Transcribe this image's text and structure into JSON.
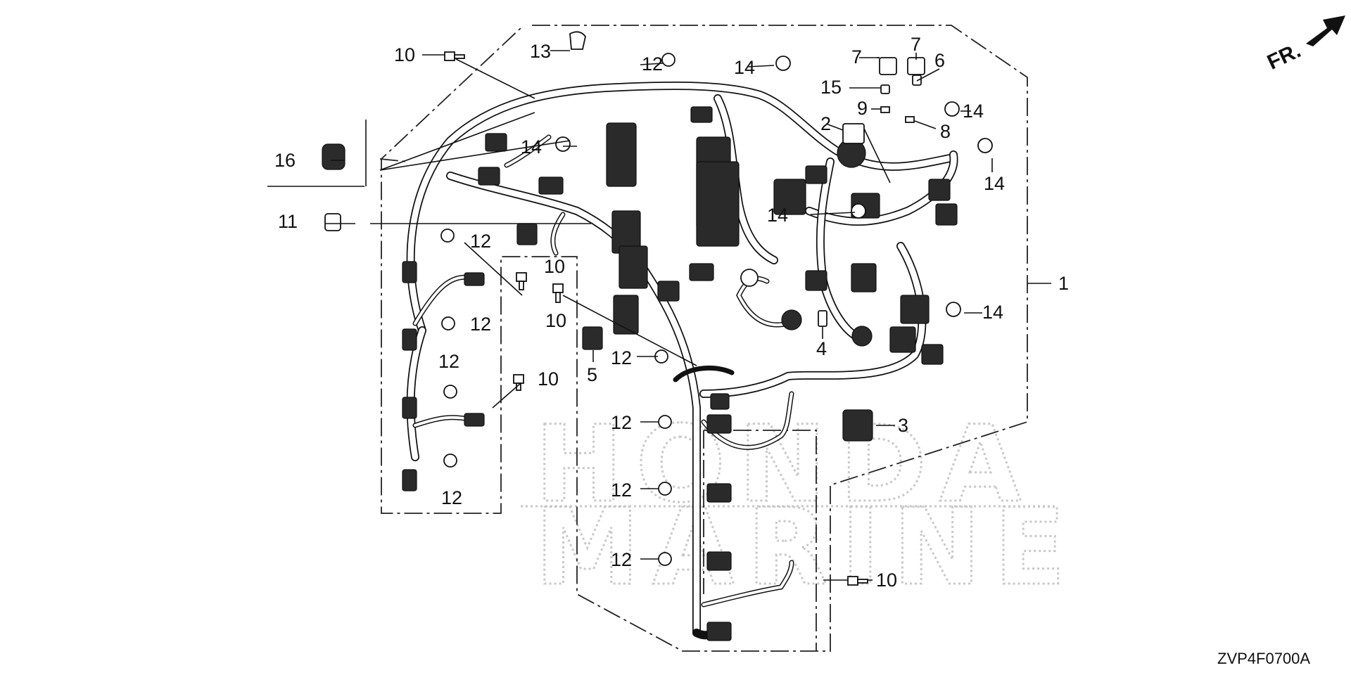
{
  "diagram": {
    "watermark_line1": "HONDA",
    "watermark_line2": "MARINE",
    "direction_label": "FR.",
    "diagram_code": "ZVP4F0700A",
    "callouts": [
      {
        "id": "c1",
        "text": "1"
      },
      {
        "id": "c2",
        "text": "2"
      },
      {
        "id": "c3",
        "text": "3"
      },
      {
        "id": "c4",
        "text": "4"
      },
      {
        "id": "c5",
        "text": "5"
      },
      {
        "id": "c6",
        "text": "6"
      },
      {
        "id": "c7a",
        "text": "7"
      },
      {
        "id": "c7b",
        "text": "7"
      },
      {
        "id": "c8",
        "text": "8"
      },
      {
        "id": "c9",
        "text": "9"
      },
      {
        "id": "c10a",
        "text": "10"
      },
      {
        "id": "c10b",
        "text": "10"
      },
      {
        "id": "c10c",
        "text": "10"
      },
      {
        "id": "c10d",
        "text": "10"
      },
      {
        "id": "c10e",
        "text": "10"
      },
      {
        "id": "c11",
        "text": "11"
      },
      {
        "id": "c12a",
        "text": "12"
      },
      {
        "id": "c12b",
        "text": "12"
      },
      {
        "id": "c12c",
        "text": "12"
      },
      {
        "id": "c12d",
        "text": "12"
      },
      {
        "id": "c12e",
        "text": "12"
      },
      {
        "id": "c12f",
        "text": "12"
      },
      {
        "id": "c12g",
        "text": "12"
      },
      {
        "id": "c12h",
        "text": "12"
      },
      {
        "id": "c12i",
        "text": "12"
      },
      {
        "id": "c13",
        "text": "13"
      },
      {
        "id": "c14a",
        "text": "14"
      },
      {
        "id": "c14b",
        "text": "14"
      },
      {
        "id": "c14c",
        "text": "14"
      },
      {
        "id": "c14d",
        "text": "14"
      },
      {
        "id": "c14e",
        "text": "14"
      },
      {
        "id": "c14f",
        "text": "14"
      },
      {
        "id": "c15",
        "text": "15"
      },
      {
        "id": "c16",
        "text": "16"
      }
    ]
  }
}
